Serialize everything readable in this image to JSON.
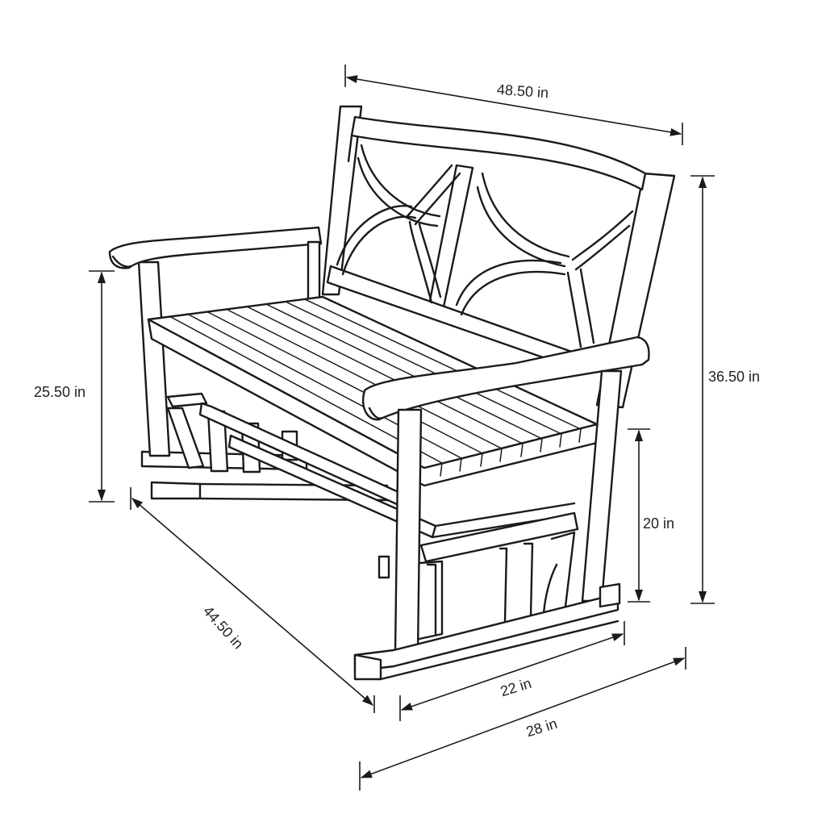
{
  "diagram": {
    "subject": "glider-bench",
    "dimensions": {
      "overall_width": "48.50 in",
      "overall_height": "36.50 in",
      "seat_height": "25.50 in",
      "glider_height": "20 in",
      "overall_length": "44.50 in",
      "seat_depth": "22 in",
      "overall_depth": "28 in"
    },
    "colors": {
      "line": "#1a1a1a",
      "background": "#ffffff"
    }
  }
}
